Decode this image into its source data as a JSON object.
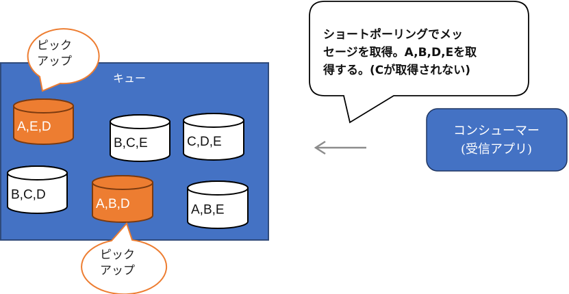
{
  "colors": {
    "queue_fill": "#4472C4",
    "queue_border": "#2F4A7A",
    "picked_fill": "#ED7D31",
    "picked_border": "#7A3A10",
    "normal_fill": "#FFFFFF",
    "arrow": "#8C8C8C"
  },
  "queue": {
    "label": "キュー",
    "messages": [
      {
        "label": "A,E,D",
        "picked": true
      },
      {
        "label": "B,C,E",
        "picked": false
      },
      {
        "label": "C,D,E",
        "picked": false
      },
      {
        "label": "B,C,D",
        "picked": false
      },
      {
        "label": "A,B,D",
        "picked": true
      },
      {
        "label": "A,B,E",
        "picked": false
      }
    ]
  },
  "pickup_callouts": [
    {
      "line1": "ピック",
      "line2": "アップ"
    },
    {
      "line1": "ピック",
      "line2": "アップ"
    }
  ],
  "speech": {
    "lines": [
      "ショートポーリングでメッ",
      "セージを取得。A,B,D,Eを取",
      "得する。(Cが取得されない)"
    ]
  },
  "consumer": {
    "line1": "コンシューマー",
    "line2": "(受信アプリ)"
  },
  "arrow": {
    "direction": "left"
  }
}
